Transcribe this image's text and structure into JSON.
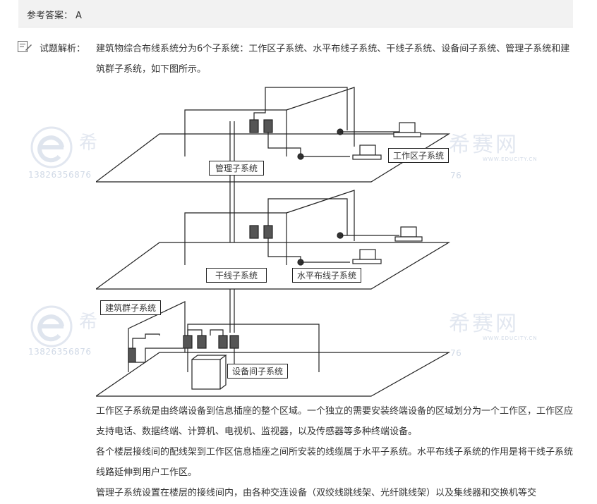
{
  "answer": {
    "label": "参考答案：",
    "value": "A"
  },
  "explanation": {
    "label": "试题解析：",
    "icon": "edit-note-icon",
    "intro": "建筑物综合布线系统分为6个子系统：工作区子系统、水平布线子系统、干线子系统、设备间子系统、管理子系统和建筑群子系统，如下图所示。",
    "paragraphs": [
      "工作区子系统是由终端设备到信息插座的整个区域。一个独立的需要安装终端设备的区域划分为一个工作区，工作区应支持电话、数据终端、计算机、电视机、监视器，以及传感器等多种终端设备。",
      "各个楼层接线间的配线架到工作区信息插座之间所安装的线缆属于水平子系统。水平布线子系统的作用是将干线子系统线路延伸到用户工作区。",
      "管理子系统设置在楼层的接线间内，由各种交连设备（双绞线跳线架、光纤跳线架）以及集线器和交换机等交"
    ]
  },
  "diagram": {
    "labels": {
      "management": "管理子系统",
      "work_area": "工作区子系统",
      "backbone": "干线子系统",
      "horizontal": "水平布线子系统",
      "campus": "建筑群子系统",
      "equipment_room": "设备间子系统"
    }
  },
  "watermark": {
    "brand": "希赛网",
    "phone": "13826356876",
    "phone_fragment": "76",
    "url": "WWW.EDUCITY.CN",
    "color": "#8aa2c8"
  }
}
